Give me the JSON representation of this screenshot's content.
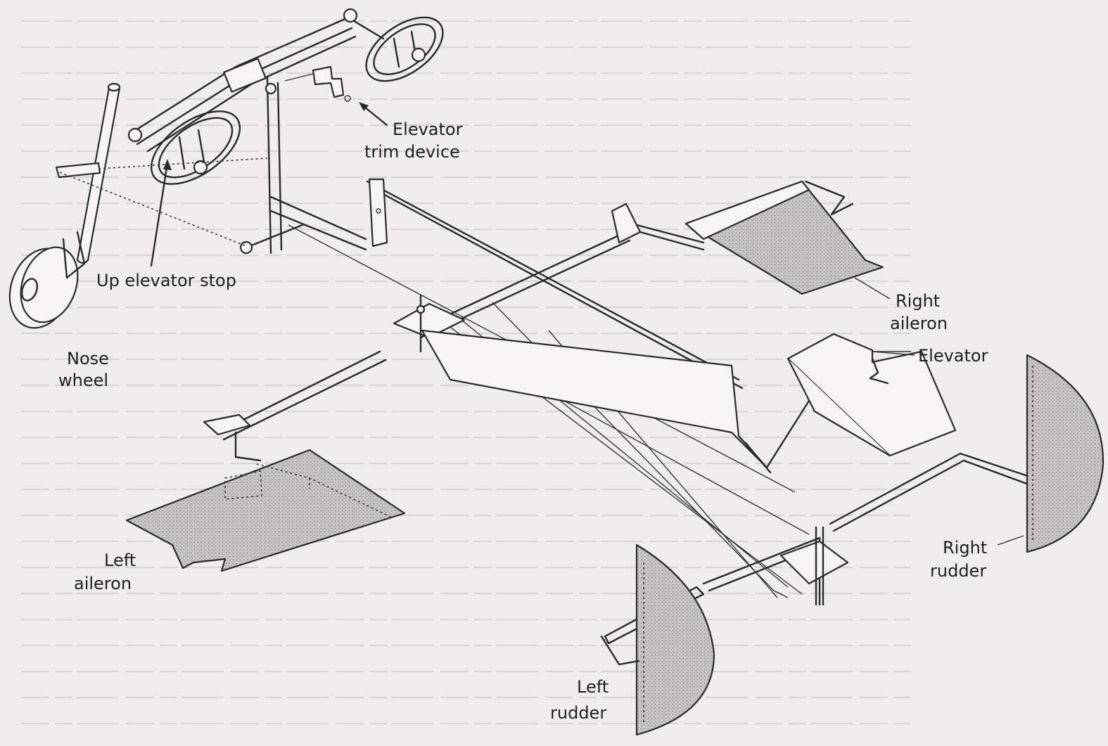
{
  "labels": {
    "elevator_trim": [
      "Elevator",
      "trim device"
    ],
    "up_elevator_stop": "Up elevator stop",
    "nose_wheel": [
      "Nose",
      "wheel"
    ],
    "right_aileron": [
      "Right",
      "aileron"
    ],
    "elevator": "Elevator",
    "right_rudder": [
      "Right",
      "rudder"
    ],
    "left_aileron": [
      "Left",
      "aileron"
    ],
    "left_rudder": [
      "Left",
      "rudder"
    ]
  }
}
